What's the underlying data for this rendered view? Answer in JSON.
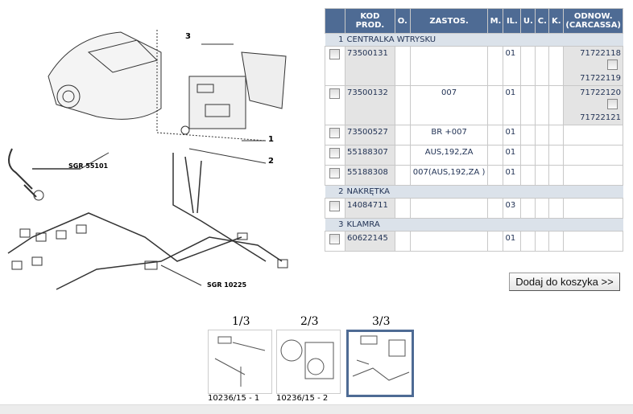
{
  "diagram": {
    "callouts": [
      "3",
      "1",
      "2"
    ],
    "labels": [
      "SGR 55101",
      "SGR 10225"
    ]
  },
  "table": {
    "headers": [
      "",
      "KOD PROD.",
      "O.",
      "ZASTOS.",
      "M.",
      "IL.",
      "U.",
      "C.",
      "K.",
      "ODNOW. (CARCASSA)"
    ],
    "groups": [
      {
        "num": "1",
        "name": "CENTRALKA WTRYSKU",
        "rows": [
          {
            "kod": "73500131",
            "zastos": "",
            "il": "01",
            "odnow": [
              "71722118",
              "71722119"
            ]
          },
          {
            "kod": "73500132",
            "zastos": "007",
            "il": "01",
            "odnow": [
              "71722120",
              "71722121"
            ]
          },
          {
            "kod": "73500527",
            "zastos": "BR +007",
            "il": "01"
          },
          {
            "kod": "55188307",
            "zastos": "AUS,192,ZA",
            "il": "01"
          },
          {
            "kod": "55188308",
            "zastos": "007(AUS,192,ZA )",
            "il": "01"
          }
        ]
      },
      {
        "num": "2",
        "name": "NAKRĘTKA",
        "rows": [
          {
            "kod": "14084711",
            "zastos": "",
            "il": "03"
          }
        ]
      },
      {
        "num": "3",
        "name": "KLAMRA",
        "rows": [
          {
            "kod": "60622145",
            "zastos": "",
            "il": "01"
          }
        ]
      }
    ]
  },
  "add_to_cart": "Dodaj do koszyka >>",
  "thumbnails": [
    {
      "label": "1/3",
      "caption": "10236/15 - 1"
    },
    {
      "label": "2/3",
      "caption": "10236/15 - 2"
    },
    {
      "label": "3/3",
      "selected": true
    }
  ]
}
